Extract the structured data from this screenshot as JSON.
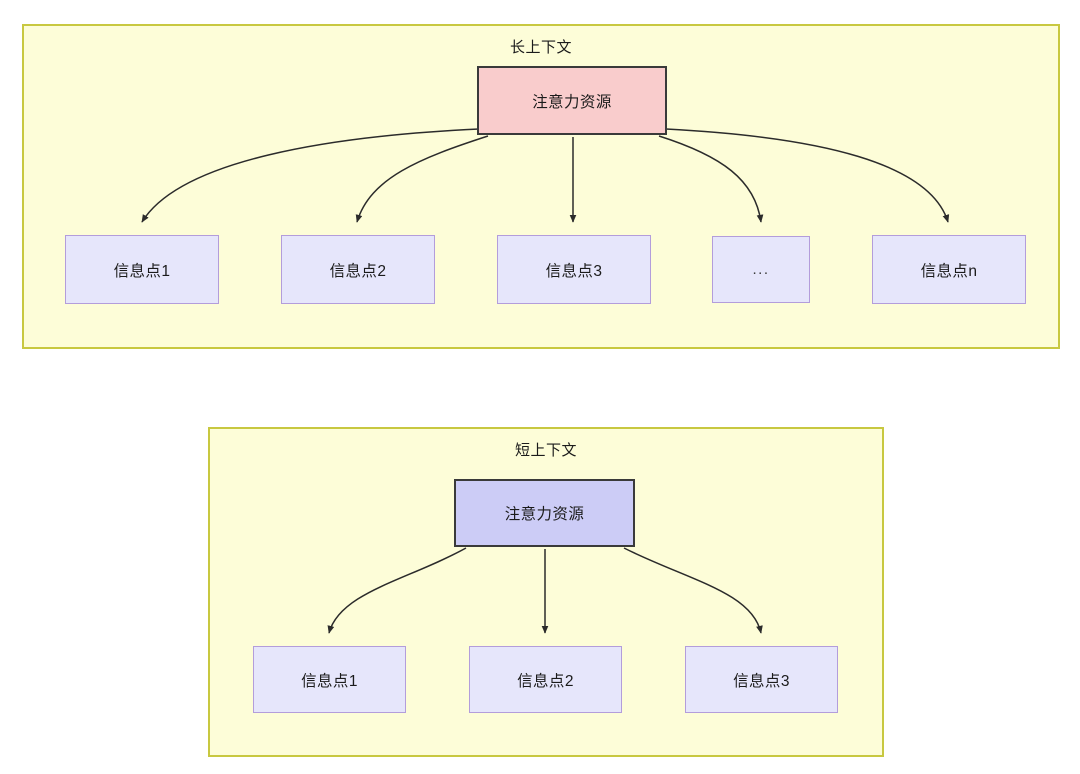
{
  "diagram": {
    "type": "hierarchy-comparison",
    "background_color": "#ffffff",
    "panels": [
      {
        "id": "long-context",
        "title": "长上下文",
        "container_color": "#fdfdd8",
        "container_border_color": "#c8c840",
        "root": {
          "label": "注意力资源",
          "fill": "#f9cccc",
          "border": "#3a3a3a"
        },
        "leaves": [
          {
            "label": "信息点1",
            "fill": "#e6e6fb",
            "border": "#b39ddb"
          },
          {
            "label": "信息点2",
            "fill": "#e6e6fb",
            "border": "#b39ddb"
          },
          {
            "label": "信息点3",
            "fill": "#e6e6fb",
            "border": "#b39ddb"
          },
          {
            "label": "...",
            "fill": "#e6e6fb",
            "border": "#b39ddb"
          },
          {
            "label": "信息点n",
            "fill": "#e6e6fb",
            "border": "#b39ddb"
          }
        ]
      },
      {
        "id": "short-context",
        "title": "短上下文",
        "container_color": "#fdfdd8",
        "container_border_color": "#c8c840",
        "root": {
          "label": "注意力资源",
          "fill": "#ccccf6",
          "border": "#3a3a3a"
        },
        "leaves": [
          {
            "label": "信息点1",
            "fill": "#e6e6fb",
            "border": "#b39ddb"
          },
          {
            "label": "信息点2",
            "fill": "#e6e6fb",
            "border": "#b39ddb"
          },
          {
            "label": "信息点3",
            "fill": "#e6e6fb",
            "border": "#b39ddb"
          }
        ]
      }
    ],
    "edge_color": "#2b2b2b"
  }
}
